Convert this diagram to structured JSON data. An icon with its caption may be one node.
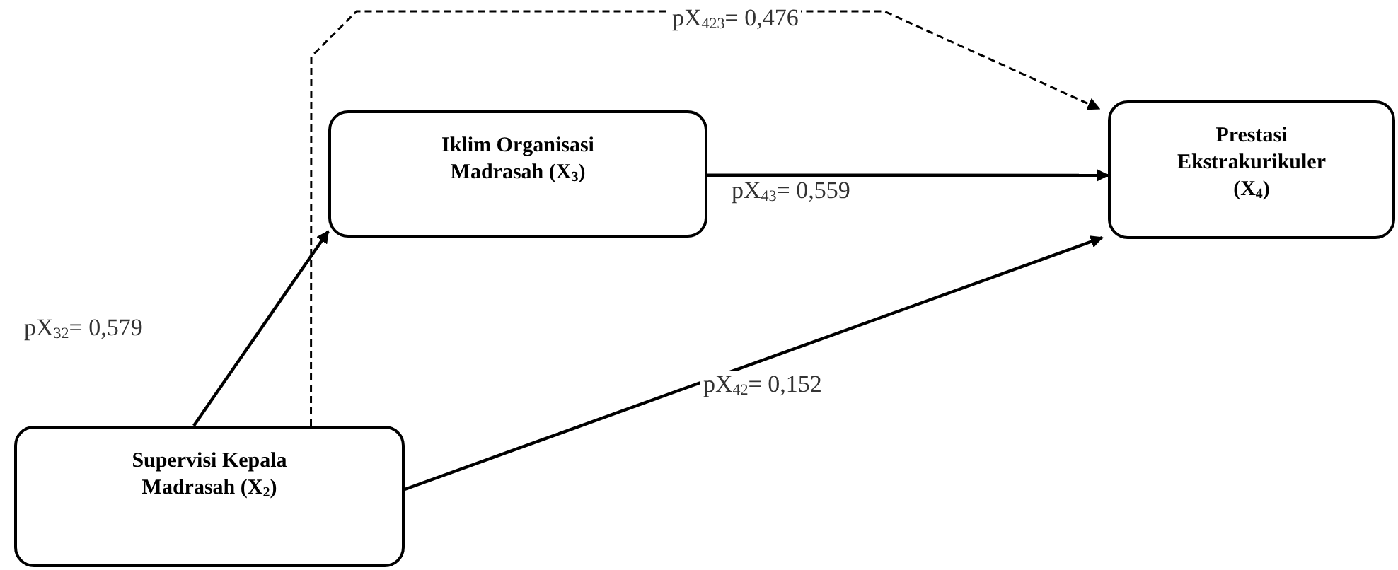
{
  "diagram": {
    "nodes": [
      {
        "text": [
          "Iklim Organisasi Madrasah (X$_{3}$)"
        ]
      },
      {
        "text": [
          "Prestasi Ekstrakurikuler (X$_{4}$)"
        ]
      },
      {
        "text": [
          "Supervisi Kepala Madrasah (X$_{2}$)"
        ]
      }
    ],
    "edges": [
      {
        "from": 2,
        "to": 0,
        "arrow": "to",
        "label": "pX$_{32}$= 0,579"
      },
      {
        "from": 0,
        "to": 1,
        "arrow": "to",
        "label": "pX$_{43}$= 0,559"
      },
      {
        "from": 2,
        "to": 1,
        "arrow": "to",
        "label": "pX$_{42}$= 0,152"
      },
      {
        "from": 2,
        "to": 1,
        "arrow": "to",
        "label": "pX$_{423}$= 0,476",
        "style": "dashed"
      }
    ]
  }
}
